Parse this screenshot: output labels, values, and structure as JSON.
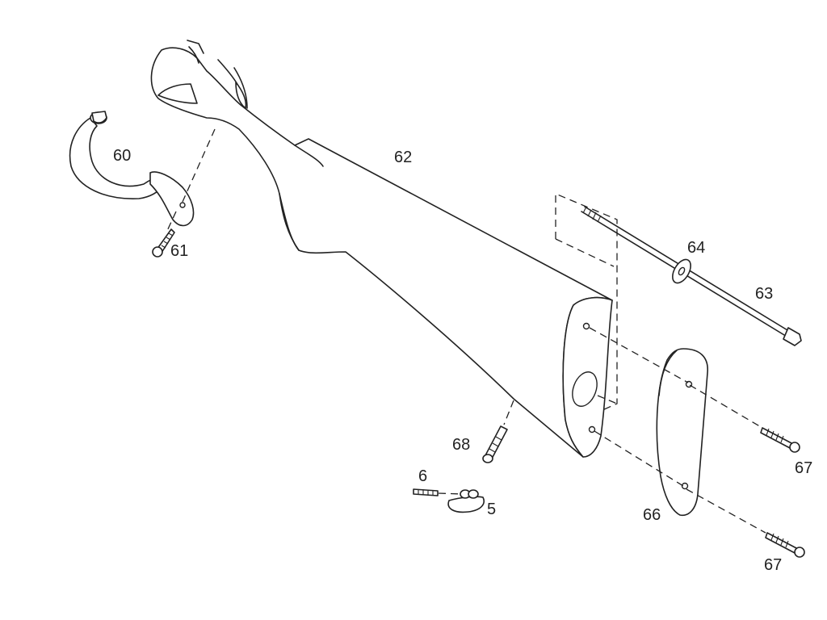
{
  "callouts": {
    "trigger_guard": "60",
    "guard_screw": "61",
    "stock": "62",
    "stock_bolt": "63",
    "bolt_washer": "64",
    "recoil_pad": "66",
    "pad_screw_upper": "67",
    "pad_screw_lower": "67",
    "swivel_stud": "68",
    "swivel_screw": "6",
    "sling_swivel": "5"
  },
  "colors": {
    "line": "#222222",
    "background": "#ffffff"
  }
}
